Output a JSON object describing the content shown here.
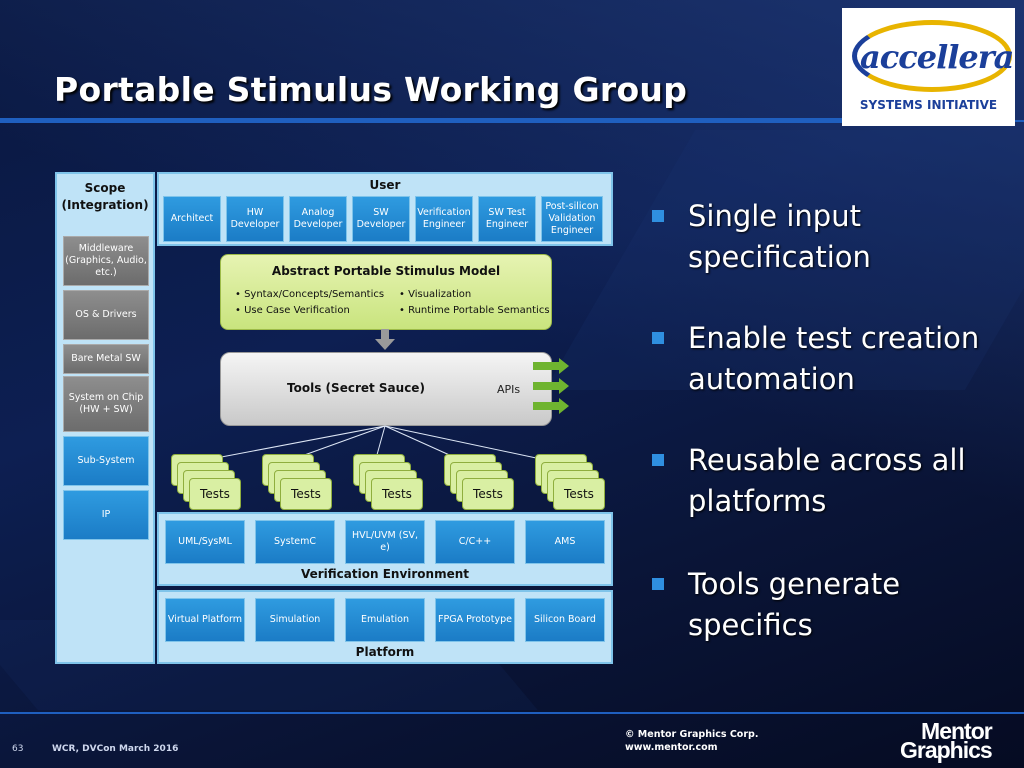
{
  "slide": {
    "title": "Portable Stimulus Working Group",
    "page_number": "63",
    "event": "WCR, DVCon March 2016",
    "copyright": "© Mentor Graphics Corp.",
    "website": "www.mentor.com",
    "brand_line1": "Mentor",
    "brand_line2": "Graphics"
  },
  "logo": {
    "word": "accellera",
    "sub": "SYSTEMS INITIATIVE"
  },
  "diagram": {
    "scope": {
      "title": "Scope (Integration)",
      "items": [
        "Middleware (Graphics, Audio, etc.)",
        "OS & Drivers",
        "Bare Metal SW",
        "System on Chip (HW + SW)",
        "Sub-System",
        "IP"
      ]
    },
    "user": {
      "title": "User",
      "roles": [
        "Architect",
        "HW Developer",
        "Analog Developer",
        "SW Developer",
        "Verification Engineer",
        "SW Test Engineer",
        "Post-silicon Validation Engineer"
      ]
    },
    "model": {
      "title": "Abstract Portable Stimulus Model",
      "items": [
        "Syntax/Concepts/Semantics",
        "Use Case Verification",
        "Visualization",
        "Runtime Portable Semantics"
      ]
    },
    "tools": {
      "title": "Tools (Secret Sauce)",
      "apis": "APIs"
    },
    "tests_label": "Tests",
    "verification": {
      "title": "Verification Environment",
      "items": [
        "UML/SysML",
        "SystemC",
        "HVL/UVM (SV, e)",
        "C/C++",
        "AMS"
      ]
    },
    "platform": {
      "title": "Platform",
      "items": [
        "Virtual Platform",
        "Simulation",
        "Emulation",
        "FPGA Prototype",
        "Silicon Board"
      ]
    }
  },
  "bullets": [
    {
      "line1": "Single input",
      "line2": "specification"
    },
    {
      "line1": "Enable test creation",
      "line2": "automation"
    },
    {
      "line1": "Reusable across all",
      "line2": "platforms"
    },
    {
      "line1": "Tools generate",
      "line2": "specifics"
    }
  ],
  "colors": {
    "accent_blue": "#1f5fbf",
    "box_blue": "#1b7cc6",
    "model_green": "#c9e47e",
    "panel_light": "#bfe3f7"
  }
}
